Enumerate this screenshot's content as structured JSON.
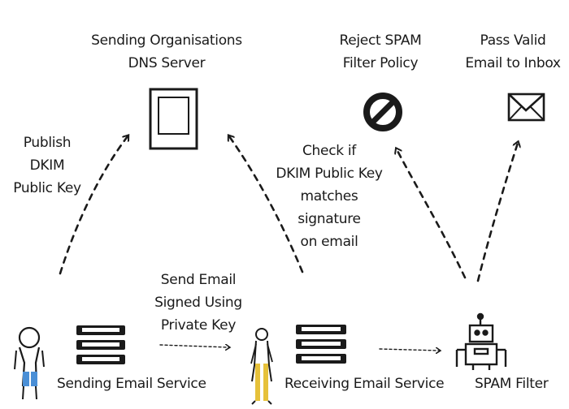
{
  "labels": {
    "dns_server": [
      "Sending Organisations",
      "DNS Server"
    ],
    "reject": [
      "Reject SPAM",
      "Filter Policy"
    ],
    "pass": [
      "Pass Valid",
      "Email to Inbox"
    ],
    "publish": [
      "Publish",
      "DKIM",
      "Public Key"
    ],
    "check": [
      "Check if",
      "DKIM Public Key",
      "matches",
      "signature",
      "on email"
    ],
    "send": [
      "Send Email",
      "Signed Using",
      "Private Key"
    ],
    "sending_service": "Sending Email Service",
    "receiving_service": "Receiving Email Service",
    "spam_filter": "SPAM Filter"
  },
  "icons": {
    "dns_server": "picture-frame-icon",
    "reject": "prohibited-icon",
    "pass": "envelope-icon",
    "sending_service": "server-stack-icon",
    "receiving_service": "server-stack-icon",
    "spam_filter": "robot-icon",
    "sender": "person-icon",
    "receiver": "person-icon"
  },
  "colors": {
    "ink": "#1a1a1a",
    "sender_legs": "#4a8fd6",
    "receiver_legs": "#e6c13a"
  }
}
